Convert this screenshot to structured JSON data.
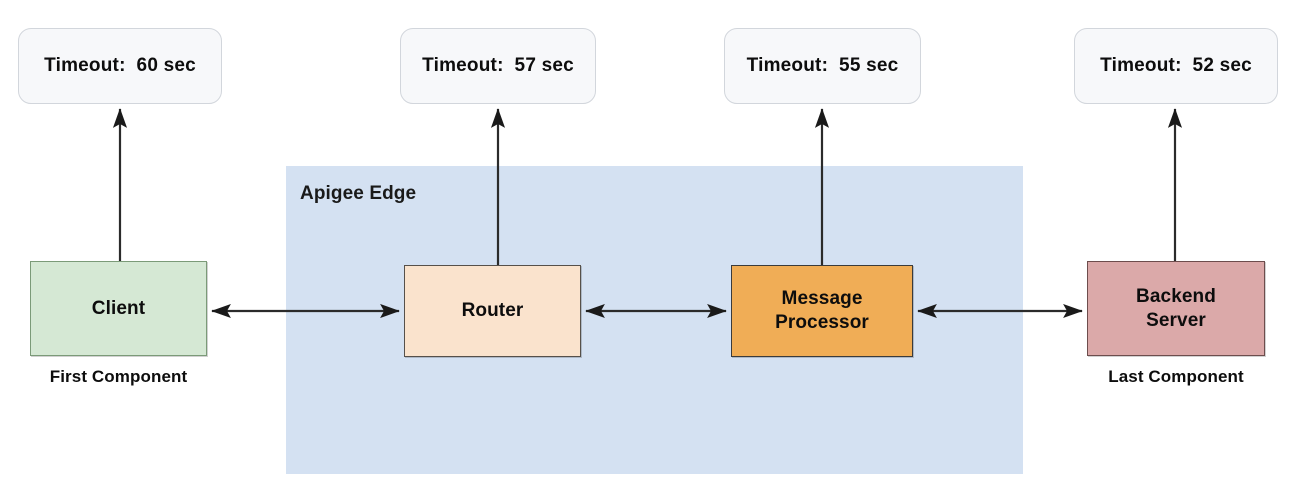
{
  "diagram": {
    "zone": {
      "label": "Apigee Edge",
      "fill": "#d4e1f2"
    },
    "timeouts": [
      {
        "name": "client-timeout",
        "text": "Timeout:  60 sec",
        "seconds": 60,
        "for": "Client"
      },
      {
        "name": "router-timeout",
        "text": "Timeout:  57 sec",
        "seconds": 57,
        "for": "Router"
      },
      {
        "name": "mp-timeout",
        "text": "Timeout:  55 sec",
        "seconds": 55,
        "for": "Message Processor"
      },
      {
        "name": "backend-timeout",
        "text": "Timeout:  52 sec",
        "seconds": 52,
        "for": "Backend Server"
      }
    ],
    "nodes": [
      {
        "name": "client",
        "label": "Client",
        "fill": "#d5e8d4",
        "stroke": "#7b9a78"
      },
      {
        "name": "router",
        "label": "Router",
        "fill": "#fae3cd",
        "stroke": "#56504a"
      },
      {
        "name": "mp",
        "label": "Message\nProcessor",
        "label_line1": "Message",
        "label_line2": "Processor",
        "fill": "#f0ad56",
        "stroke": "#3b3b3b"
      },
      {
        "name": "backend",
        "label": "Backend\nServer",
        "label_line1": "Backend",
        "label_line2": "Server",
        "fill": "#dba9a9",
        "stroke": "#6d4d4d"
      }
    ],
    "captions": {
      "first": "First Component",
      "last": "Last Component"
    },
    "connections": [
      {
        "from": "Client",
        "to": "Router",
        "type": "bidirectional"
      },
      {
        "from": "Router",
        "to": "Message Processor",
        "type": "bidirectional"
      },
      {
        "from": "Message Processor",
        "to": "Backend Server",
        "type": "bidirectional"
      }
    ]
  }
}
